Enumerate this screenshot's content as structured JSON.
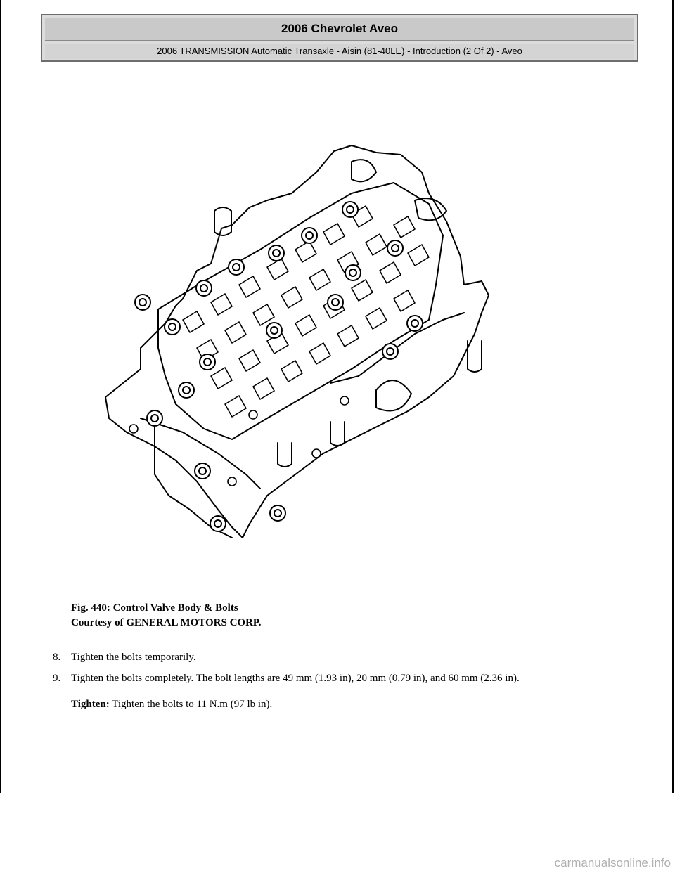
{
  "header": {
    "title": "2006 Chevrolet Aveo",
    "subtitle": "2006 TRANSMISSION Automatic Transaxle - Aisin (81-40LE) - Introduction (2 Of 2) - Aveo"
  },
  "figure": {
    "label": "Fig. 440: Control Valve Body & Bolts",
    "credit": "Courtesy of GENERAL MOTORS CORP."
  },
  "steps": [
    {
      "num": "8.",
      "text": "Tighten the bolts temporarily."
    },
    {
      "num": "9.",
      "text": "Tighten the bolts completely. The bolt lengths are 49 mm (1.93 in), 20 mm (0.79 in), and 60 mm (2.36 in)."
    }
  ],
  "tighten": {
    "label": "Tighten:",
    "text": "Tighten the bolts to 11 N.m (97 lb in)."
  },
  "footer": {
    "watermark": "carmanualsonline.info"
  }
}
